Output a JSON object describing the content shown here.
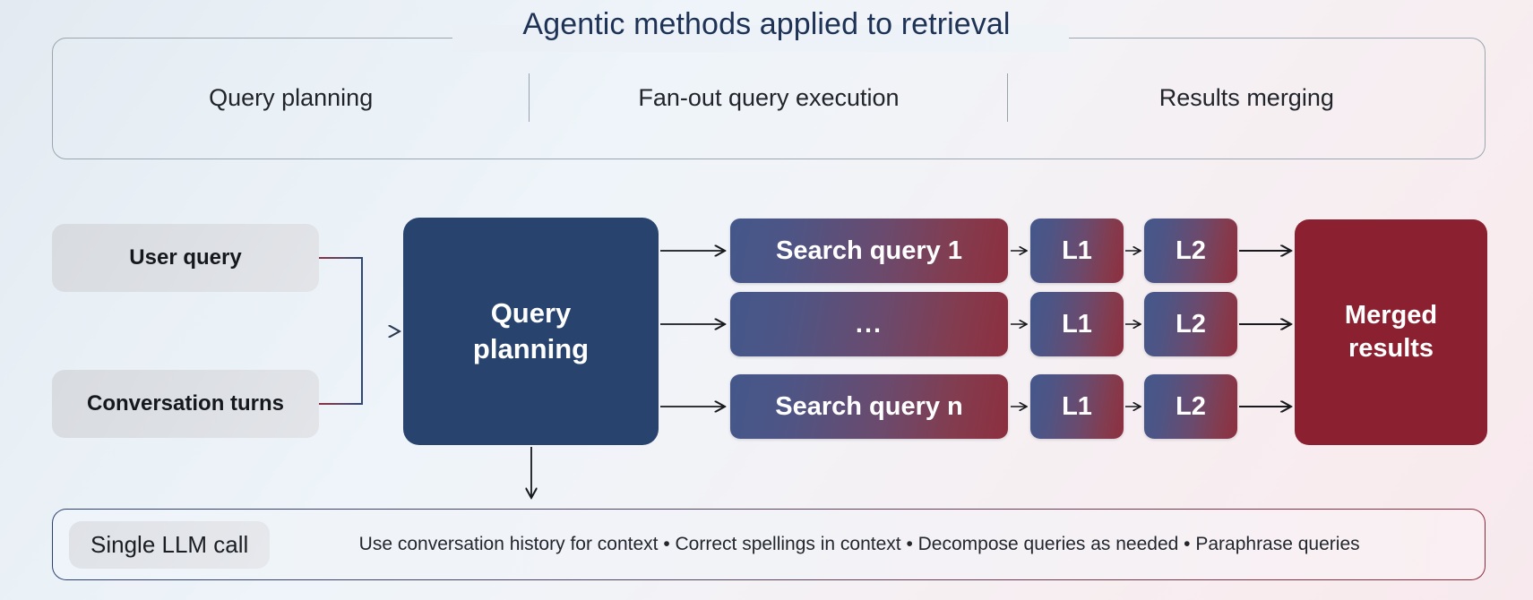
{
  "header": {
    "title": "Agentic methods applied to retrieval",
    "columns": [
      {
        "label": "Query planning"
      },
      {
        "label": "Fan-out query execution"
      },
      {
        "label": "Results merging"
      }
    ]
  },
  "inputs": [
    {
      "label": "User query"
    },
    {
      "label": "Conversation turns"
    }
  ],
  "planner": {
    "line1": "Query",
    "line2": "planning"
  },
  "pipeline": {
    "rows": [
      {
        "query": "Search query 1",
        "l1": "L1",
        "l2": "L2"
      },
      {
        "query": "...",
        "l1": "L1",
        "l2": "L2"
      },
      {
        "query": "Search query n",
        "l1": "L1",
        "l2": "L2"
      }
    ]
  },
  "merged": {
    "line1": "Merged",
    "line2": "results"
  },
  "footer": {
    "pill_label": "Single LLM call",
    "bullets": "Use conversation history for context  •  Correct spellings in context  •  Decompose queries as needed  •  Paraphrase queries"
  },
  "colors": {
    "planner_navy": "#28436e",
    "merged_red": "#8b2130",
    "gradient_start": "#44578a",
    "gradient_end": "#8d2f3f",
    "title_text": "#1d3255",
    "panel_border": "#9aa7b0"
  }
}
